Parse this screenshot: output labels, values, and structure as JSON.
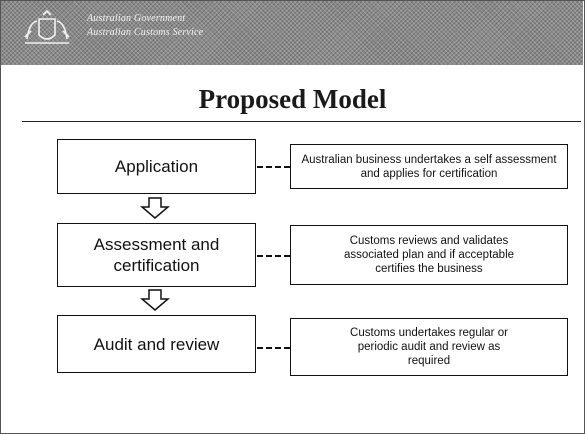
{
  "header": {
    "line1": "Australian Government",
    "line2": "Australian Customs Service"
  },
  "title": "Proposed Model",
  "stages": [
    {
      "label": "Application",
      "description": "Australian business undertakes a self assessment and applies for certification"
    },
    {
      "label": "Assessment and certification",
      "description": "Customs reviews and validates associated plan and if acceptable certifies the business"
    },
    {
      "label": "Audit and review",
      "description": "Customs undertakes regular or periodic audit and review as required"
    }
  ],
  "icons": [
    "coat-of-arms-icon",
    "down-arrow-icon"
  ],
  "colors": {
    "banner": "#8a8a8a",
    "border": "#111111",
    "background": "#ffffff"
  }
}
